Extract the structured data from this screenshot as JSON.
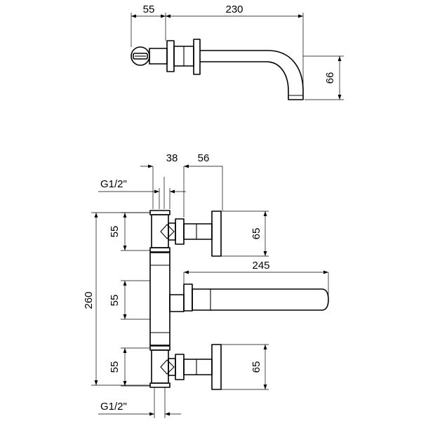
{
  "top_view": {
    "dims": {
      "d55": "55",
      "d230": "230",
      "d66": "66"
    }
  },
  "front_view": {
    "dims": {
      "d38": "38",
      "d56": "56",
      "thread_top": "G1/2\"",
      "thread_bottom": "G1/2\"",
      "d55_top": "55",
      "d65_top": "65",
      "d245": "245",
      "d55_mid": "55",
      "d260": "260",
      "d55_bottom": "55",
      "d65_bottom": "65"
    }
  }
}
